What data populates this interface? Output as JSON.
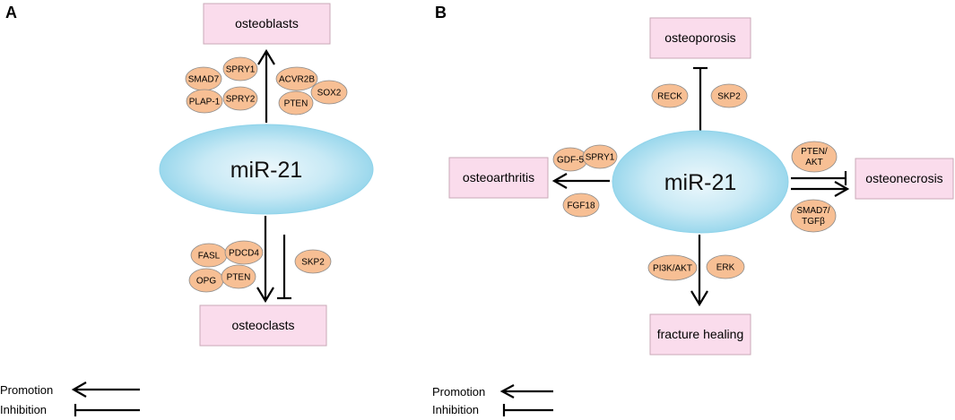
{
  "panel_a": {
    "label": "A",
    "center": "miR-21",
    "boxes": {
      "top": "osteoblasts",
      "bottom": "osteoclasts"
    },
    "genes": {
      "smad7": "SMAD7",
      "spry1": "SPRY1",
      "plap1": "PLAP-1",
      "spry2": "SPRY2",
      "acvr2b": "ACVR2B",
      "sox2": "SOX2",
      "pten_top": "PTEN",
      "fasl": "FASL",
      "pdcd4": "PDCD4",
      "opg": "OPG",
      "pten_bottom": "PTEN",
      "skp2": "SKP2"
    }
  },
  "panel_b": {
    "label": "B",
    "center": "miR-21",
    "boxes": {
      "top": "osteoporosis",
      "left": "osteoarthritis",
      "right": "osteonecrosis",
      "bottom": "fracture healing"
    },
    "genes": {
      "reck": "RECK",
      "skp2": "SKP2",
      "gdf5": "GDF-5",
      "spry1": "SPRY1",
      "fgf18": "FGF18",
      "pten_akt_1": "PTEN/",
      "pten_akt_2": "AKT",
      "smad7_tgfb_1": "SMAD7/",
      "smad7_tgfb_2": "TGFβ",
      "pi3k_akt": "PI3K/AKT",
      "erk": "ERK"
    }
  },
  "legend": {
    "promotion": "Promotion",
    "inhibition": "Inhibition"
  },
  "colors": {
    "box_fill": "#fadcec",
    "gene_fill": "#f7bf94",
    "ellipse_center": "#e9f6fb",
    "ellipse_edge": "#8fd3ea"
  }
}
